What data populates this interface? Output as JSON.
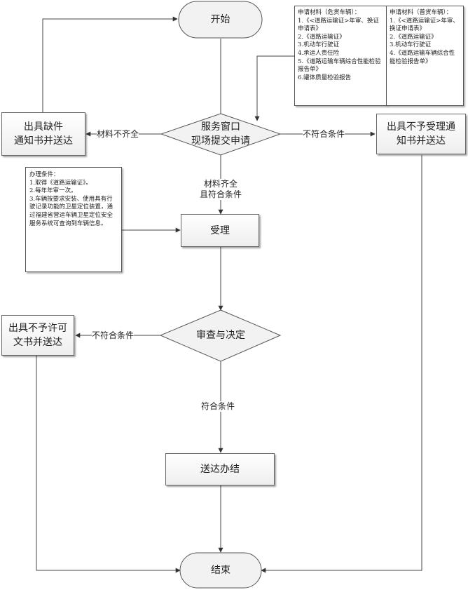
{
  "nodes": {
    "start": "开始",
    "submit_line1": "服务窗口",
    "submit_line2": "现场提交申请",
    "missing_notice": "出具缺件\n通知书并送达",
    "reject_accept": "出具不予受理通\n知书并送达",
    "accept": "受理",
    "review": "审查与决定",
    "deny_license": "出具不予许可\n文书并送达",
    "deliver": "送达办结",
    "end": "结束"
  },
  "edges": {
    "incomplete": "材料不齐全",
    "not_meet_1": "不符合条件",
    "complete_meet": "材料齐全\n且符合条件",
    "not_meet_2": "不符合条件",
    "meet": "符合条件"
  },
  "notes": {
    "hazardous": [
      "申请材料（危货车辆）：",
      "1.《<道路运输证>年审、换证申请表》",
      "2.《道路运输证》",
      "3.机动车行驶证",
      "4.承运人责任险",
      "5.《道路运输车辆综合性能检验报告单》",
      "6.罐体质量检验报告"
    ],
    "general": [
      "申请材料（普货车辆）：",
      "1.《<道路运输证>年审、换证申请表》",
      "2.《道路运输证》",
      "3.机动车行驶证",
      "4.《道路运输车辆综合性能检验报告单》"
    ],
    "conditions": [
      "办理条件：",
      "1.取得《道路运输证》。",
      "2.每年年审一次。",
      "3.车辆按要求安装、使用具有行驶记录功能的卫星定位装置，通过福建省营运车辆卫星定位安全服务系统可查询到车辆信息。"
    ]
  }
}
